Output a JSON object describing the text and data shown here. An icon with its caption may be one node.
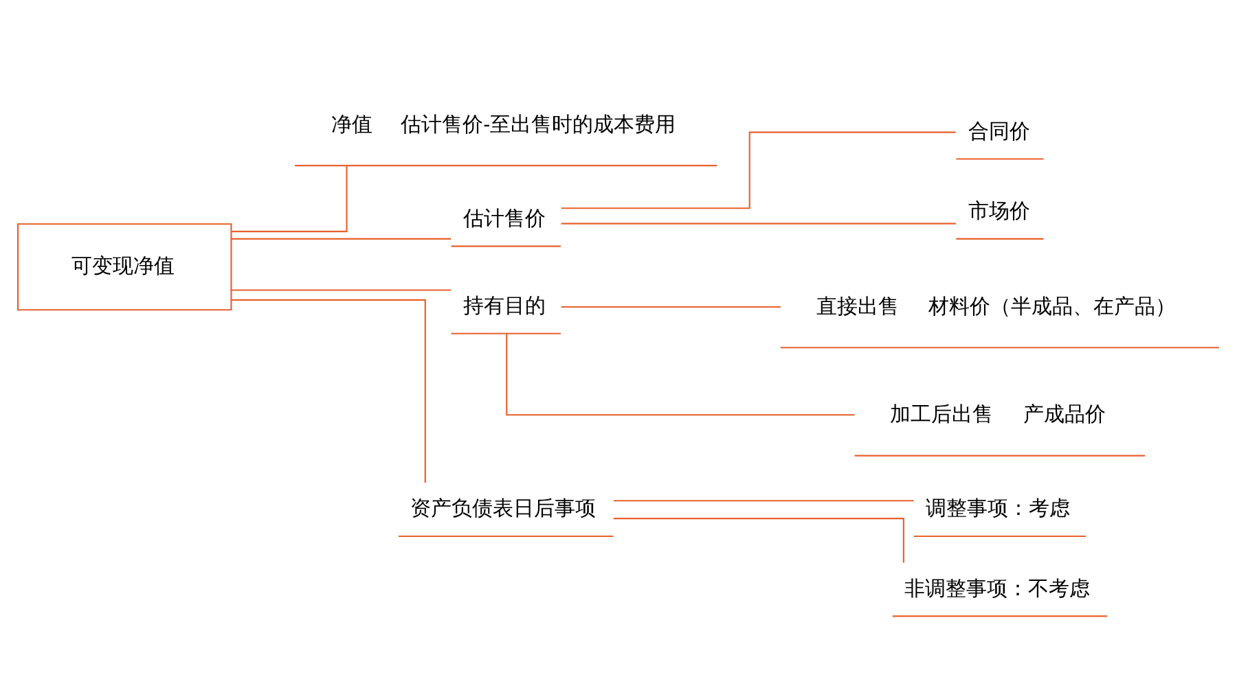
{
  "diagram": {
    "nodes": [
      {
        "text": [
          "可变现净值"
        ]
      },
      {
        "text": [
          "净值",
          "估计售价-至出售时的成本费用"
        ]
      },
      {
        "text": [
          "估计售价"
        ]
      },
      {
        "text": [
          "合同价"
        ]
      },
      {
        "text": [
          "市场价"
        ]
      },
      {
        "text": [
          "持有目的"
        ]
      },
      {
        "text": [
          "直接出售",
          "材料价（半成品、在产品）"
        ]
      },
      {
        "text": [
          "加工后出售",
          "产成品价"
        ]
      },
      {
        "text": [
          "资产负债表日后事项"
        ]
      },
      {
        "text": [
          "调整事项：考虑"
        ]
      },
      {
        "text": [
          "非调整事项：不考虑"
        ]
      }
    ],
    "edges": [
      {
        "from": 0,
        "to": 1,
        "arrow": "none"
      },
      {
        "from": 0,
        "to": 2,
        "arrow": "none"
      },
      {
        "from": 0,
        "to": 5,
        "arrow": "none"
      },
      {
        "from": 0,
        "to": 8,
        "arrow": "none"
      },
      {
        "from": 2,
        "to": 3,
        "arrow": "none"
      },
      {
        "from": 2,
        "to": 4,
        "arrow": "none"
      },
      {
        "from": 5,
        "to": 6,
        "arrow": "none"
      },
      {
        "from": 5,
        "to": 7,
        "arrow": "none"
      },
      {
        "from": 8,
        "to": 9,
        "arrow": "none"
      },
      {
        "from": 8,
        "to": 10,
        "arrow": "none"
      }
    ]
  }
}
